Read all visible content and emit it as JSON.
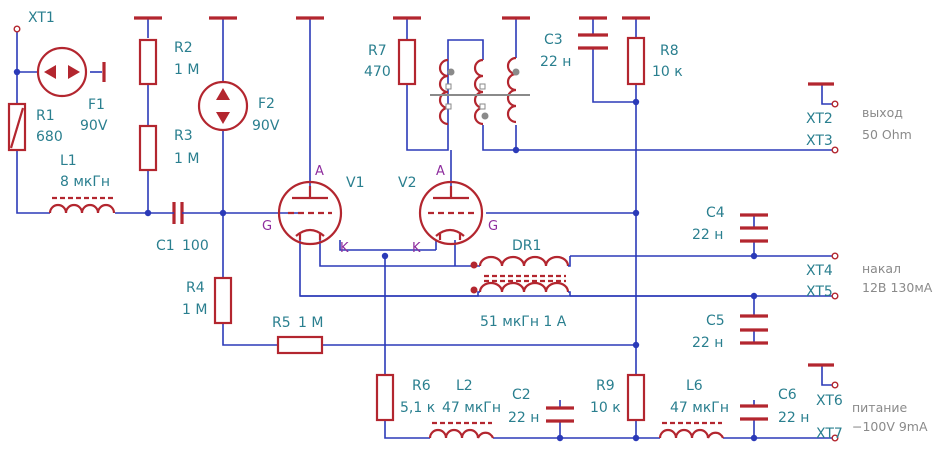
{
  "labels": {
    "xt1": "XT1",
    "xt2": "XT2",
    "xt3": "XT3",
    "xt4": "XT4",
    "xt5": "XT5",
    "xt6": "XT6",
    "xt7": "XT7",
    "r1": "R1",
    "r1_val": "680",
    "f1": "F1",
    "f1_val": "90V",
    "r2": "R2",
    "r2_val": "1 M",
    "r3": "R3",
    "r3_val": "1 M",
    "f2": "F2",
    "f2_val": "90V",
    "l1": "L1",
    "l1_val": "8 мкГн",
    "c1": "C1",
    "c1_val": "100",
    "r4": "R4",
    "r4_val": "1 M",
    "r5": "R5",
    "r5_val": "1 M",
    "v1": "V1",
    "v2": "V2",
    "pin_a": "A",
    "pin_g": "G",
    "pin_k": "K",
    "r7": "R7",
    "r7_val": "470",
    "c3": "C3",
    "c3_val": "22 н",
    "r8": "R8",
    "r8_val": "10 к",
    "c4": "C4",
    "c4_val": "22 н",
    "c5": "C5",
    "c5_val": "22 н",
    "dr1": "DR1",
    "dr1_val": "51 мкГн   1 А",
    "r6": "R6",
    "r6_val": "5,1 к",
    "l2": "L2",
    "l2_val": "47 мкГн",
    "c2": "C2",
    "c2_val": "22 н",
    "r9": "R9",
    "r9_val": "10 к",
    "l6": "L6",
    "l6_val": "47 мкГн",
    "c6": "C6",
    "c6_val": "22 н"
  },
  "side": {
    "output_1": "выход",
    "output_2": "50 Ohm",
    "heater_1": "накал",
    "heater_2": "12В 130мА",
    "power_1": "питание",
    "power_2": "−100V 9mA"
  },
  "colors": {
    "wire": "#2b3ab8",
    "component": "#b3262f",
    "label": "#2a7f8f",
    "pin_label": "#8e2d9e",
    "side_label": "#8a8a8a"
  }
}
